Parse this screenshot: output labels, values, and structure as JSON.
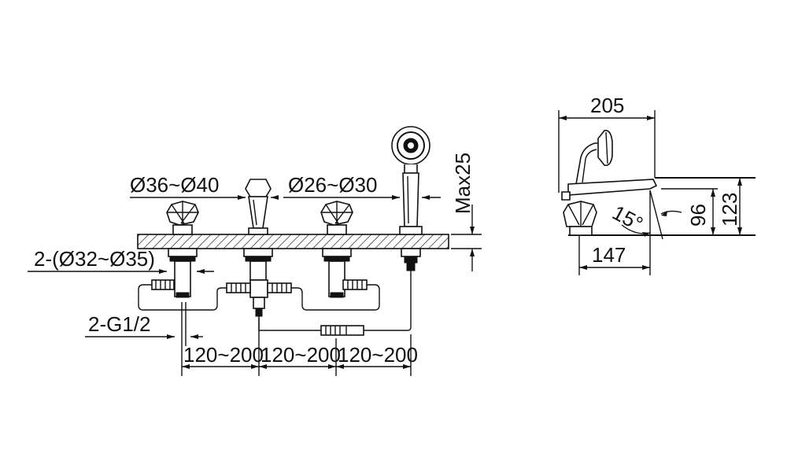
{
  "labels": {
    "spout_diameter": "Ø36~Ø40",
    "shower_diameter": "Ø26~Ø30",
    "max_deck": "Max25",
    "hole_diameter": "2-(Ø32~Ø35)",
    "thread": "2-G1/2",
    "spacing_1": "120~200",
    "spacing_2": "120~200",
    "spacing_3": "120~200",
    "side_width": "205",
    "side_height_96": "96",
    "side_height_123": "123",
    "side_angle": "15°",
    "side_depth": "147"
  }
}
